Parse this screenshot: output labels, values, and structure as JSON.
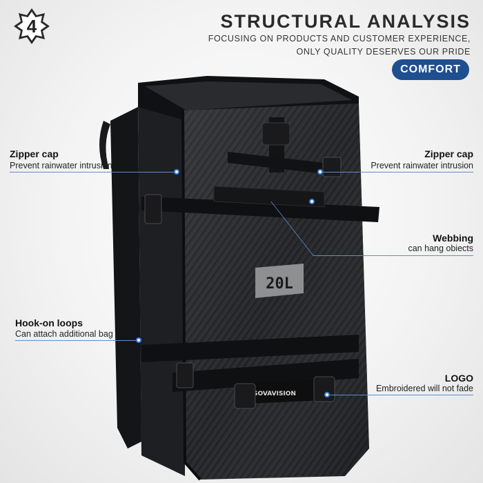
{
  "badge": {
    "number": "4",
    "icon": "octagram-badge-icon"
  },
  "header": {
    "title": "STRUCTURAL ANALYSIS",
    "subtitle_line1": "FOCUSING ON PRODUCTS AND CUSTOMER EXPERIENCE,",
    "subtitle_line2": "ONLY QUALITY DESERVES OUR PRIDE",
    "pill_label": "COMFORT"
  },
  "product": {
    "capacity_label": "20L",
    "brand_label": "SOVAVISION"
  },
  "callouts": [
    {
      "title": "Zipper cap",
      "desc": "Prevent rainwater intrusion"
    },
    {
      "title": "Zipper cap",
      "desc": "Prevent rainwater intrusion"
    },
    {
      "title": "Webbing",
      "desc": "can hang obiects"
    },
    {
      "title": "Hook-on loops",
      "desc": "Can attach additional bag"
    },
    {
      "title": "LOGO",
      "desc": "Embroidered will not fade"
    }
  ],
  "colors": {
    "accent": "#1f4f8f",
    "line": "#5a8fd0",
    "bag": "#1b1c1e"
  }
}
